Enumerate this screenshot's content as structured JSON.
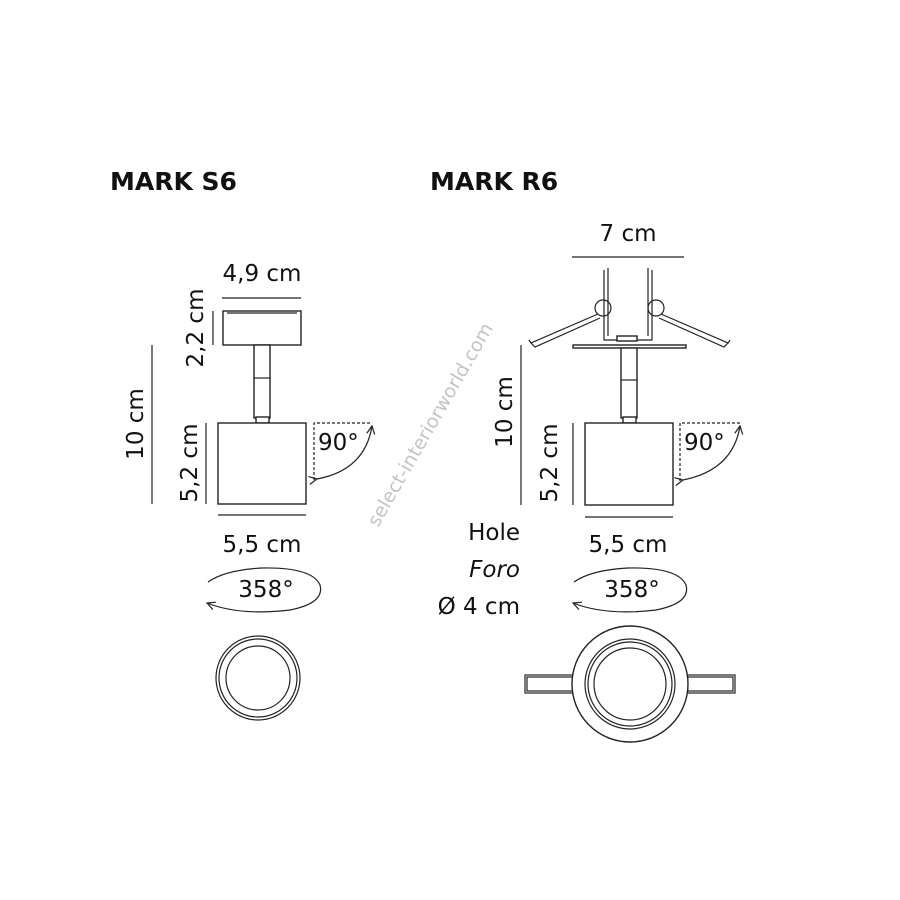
{
  "models": [
    {
      "title": "MARK S6",
      "top_width": "4,9 cm",
      "cap_height": "2,2 cm",
      "total_height": "10 cm",
      "head_height": "5,2 cm",
      "head_width": "5,5 cm",
      "tilt": "90°",
      "rotation": "358°"
    },
    {
      "title": "MARK R6",
      "top_width": "7 cm",
      "total_height": "10 cm",
      "head_height": "5,2 cm",
      "head_width": "5,5 cm",
      "tilt": "90°",
      "rotation": "358°",
      "hole_label": "Hole",
      "hole_label_it": "Foro",
      "hole_diameter": "Ø 4 cm"
    }
  ],
  "watermark": "select-interiorworld.com"
}
